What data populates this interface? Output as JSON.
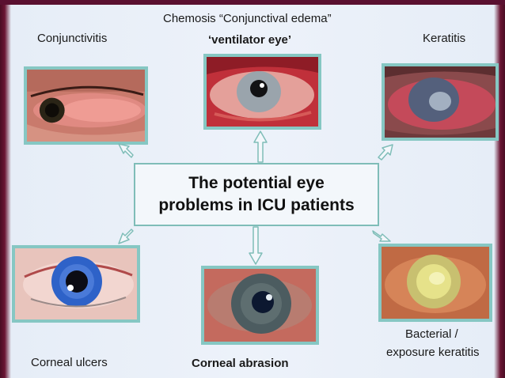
{
  "title_lines": [
    "The potential eye",
    "problems in ICU patients"
  ],
  "labels": {
    "conjunctivitis": "Conjunctivitis",
    "chemosis": "Chemosis “Conjunctival edema”",
    "ventilator_eye": "‘ventilator eye’",
    "keratitis": "Keratitis",
    "corneal_ulcers": "Corneal ulcers",
    "corneal_abrasion": "Corneal abrasion",
    "bacterial_line1": "Bacterial /",
    "bacterial_line2": "exposure keratitis"
  },
  "colors": {
    "frame": "#86c7c3",
    "arrow": "#7fbdb8",
    "background": "#edf2fa",
    "side_band": "#5a1030"
  }
}
